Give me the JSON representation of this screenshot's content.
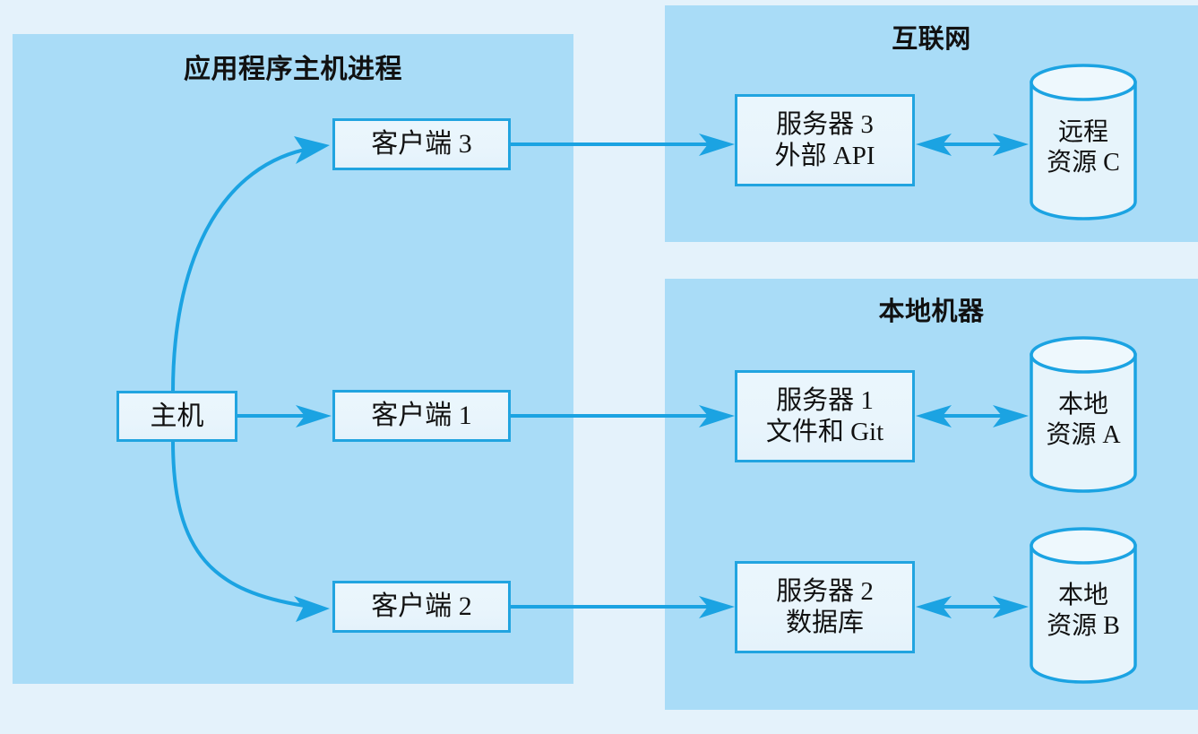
{
  "diagram": {
    "title_internet": "互联网",
    "title_local_machine": "本地机器",
    "title_app_host_process": "应用程序主机进程",
    "colors": {
      "page_background": "#e4f2fb",
      "panel_background": "#a9dcf7",
      "node_border": "#21a4e0",
      "node_fill": "#eaf6fd",
      "edge": "#1ba3e2",
      "text": "#111111"
    }
  },
  "nodes": {
    "host": {
      "label": "主机"
    },
    "client1": {
      "label": "客户端 1"
    },
    "client2": {
      "label": "客户端 2"
    },
    "client3": {
      "label": "客户端 3"
    },
    "server1": {
      "line1": "服务器 1",
      "line2": "文件和 Git"
    },
    "server2": {
      "line1": "服务器 2",
      "line2": "数据库"
    },
    "server3": {
      "line1": "服务器 3",
      "line2": "外部 API"
    },
    "resourceA": {
      "line1": "本地",
      "line2": "资源 A"
    },
    "resourceB": {
      "line1": "本地",
      "line2": "资源 B"
    },
    "resourceC": {
      "line1": "远程",
      "line2": "资源 C"
    }
  },
  "edges": [
    {
      "from": "host",
      "to": "client3",
      "kind": "curved-arrow"
    },
    {
      "from": "host",
      "to": "client1",
      "kind": "arrow"
    },
    {
      "from": "host",
      "to": "client2",
      "kind": "curved-arrow"
    },
    {
      "from": "client3",
      "to": "server3",
      "kind": "arrow"
    },
    {
      "from": "client1",
      "to": "server1",
      "kind": "arrow"
    },
    {
      "from": "client2",
      "to": "server2",
      "kind": "arrow"
    },
    {
      "from": "server3",
      "to": "resourceC",
      "kind": "double-arrow"
    },
    {
      "from": "server1",
      "to": "resourceA",
      "kind": "double-arrow"
    },
    {
      "from": "server2",
      "to": "resourceB",
      "kind": "double-arrow"
    }
  ]
}
